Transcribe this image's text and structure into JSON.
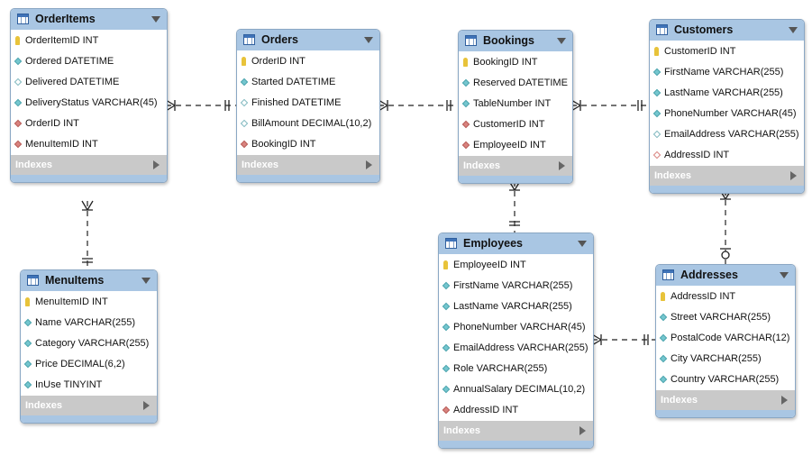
{
  "tables": [
    {
      "name": "OrderItems",
      "columns": [
        {
          "text": "OrderItemID INT",
          "kind": "pk"
        },
        {
          "text": "Ordered DATETIME",
          "kind": "col-nn"
        },
        {
          "text": "Delivered DATETIME",
          "kind": "col-null"
        },
        {
          "text": "DeliveryStatus VARCHAR(45)",
          "kind": "col-nn"
        },
        {
          "text": "OrderID INT",
          "kind": "fk"
        },
        {
          "text": "MenuItemID INT",
          "kind": "fk"
        }
      ],
      "indexes": "Indexes"
    },
    {
      "name": "Orders",
      "columns": [
        {
          "text": "OrderID INT",
          "kind": "pk"
        },
        {
          "text": "Started DATETIME",
          "kind": "col-nn"
        },
        {
          "text": "Finished DATETIME",
          "kind": "col-null"
        },
        {
          "text": "BillAmount DECIMAL(10,2)",
          "kind": "col-null"
        },
        {
          "text": "BookingID INT",
          "kind": "fk"
        }
      ],
      "indexes": "Indexes"
    },
    {
      "name": "Bookings",
      "columns": [
        {
          "text": "BookingID INT",
          "kind": "pk"
        },
        {
          "text": "Reserved DATETIME",
          "kind": "col-nn"
        },
        {
          "text": "TableNumber INT",
          "kind": "col-nn"
        },
        {
          "text": "CustomerID INT",
          "kind": "fk"
        },
        {
          "text": "EmployeeID INT",
          "kind": "fk"
        }
      ],
      "indexes": "Indexes"
    },
    {
      "name": "Customers",
      "columns": [
        {
          "text": "CustomerID INT",
          "kind": "pk"
        },
        {
          "text": "FirstName VARCHAR(255)",
          "kind": "col-nn"
        },
        {
          "text": "LastName VARCHAR(255)",
          "kind": "col-nn"
        },
        {
          "text": "PhoneNumber VARCHAR(45)",
          "kind": "col-nn"
        },
        {
          "text": "EmailAddress VARCHAR(255)",
          "kind": "col-null"
        },
        {
          "text": "AddressID INT",
          "kind": "fk-null"
        }
      ],
      "indexes": "Indexes"
    },
    {
      "name": "MenuItems",
      "columns": [
        {
          "text": "MenuItemID INT",
          "kind": "pk"
        },
        {
          "text": "Name VARCHAR(255)",
          "kind": "col-nn"
        },
        {
          "text": "Category VARCHAR(255)",
          "kind": "col-nn"
        },
        {
          "text": "Price DECIMAL(6,2)",
          "kind": "col-nn"
        },
        {
          "text": "InUse TINYINT",
          "kind": "col-nn"
        }
      ],
      "indexes": "Indexes"
    },
    {
      "name": "Employees",
      "columns": [
        {
          "text": "EmployeeID INT",
          "kind": "pk"
        },
        {
          "text": "FirstName VARCHAR(255)",
          "kind": "col-nn"
        },
        {
          "text": "LastName VARCHAR(255)",
          "kind": "col-nn"
        },
        {
          "text": "PhoneNumber VARCHAR(45)",
          "kind": "col-nn"
        },
        {
          "text": "EmailAddress VARCHAR(255)",
          "kind": "col-nn"
        },
        {
          "text": "Role VARCHAR(255)",
          "kind": "col-nn"
        },
        {
          "text": "AnnualSalary DECIMAL(10,2)",
          "kind": "col-nn"
        },
        {
          "text": "AddressID INT",
          "kind": "fk"
        }
      ],
      "indexes": "Indexes"
    },
    {
      "name": "Addresses",
      "columns": [
        {
          "text": "AddressID INT",
          "kind": "pk"
        },
        {
          "text": "Street VARCHAR(255)",
          "kind": "col-nn"
        },
        {
          "text": "PostalCode VARCHAR(12)",
          "kind": "col-nn"
        },
        {
          "text": "City VARCHAR(255)",
          "kind": "col-nn"
        },
        {
          "text": "Country VARCHAR(255)",
          "kind": "col-nn"
        }
      ],
      "indexes": "Indexes"
    }
  ],
  "relationships": [
    {
      "from": "OrderItems",
      "to": "Orders",
      "from_end": "many",
      "to_end": "one"
    },
    {
      "from": "Orders",
      "to": "Bookings",
      "from_end": "many",
      "to_end": "one"
    },
    {
      "from": "Bookings",
      "to": "Customers",
      "from_end": "many",
      "to_end": "one"
    },
    {
      "from": "Bookings",
      "to": "Employees",
      "from_end": "many",
      "to_end": "one"
    },
    {
      "from": "OrderItems",
      "to": "MenuItems",
      "from_end": "many",
      "to_end": "one"
    },
    {
      "from": "Employees",
      "to": "Addresses",
      "from_end": "many",
      "to_end": "one"
    },
    {
      "from": "Customers",
      "to": "Addresses",
      "from_end": "many",
      "to_end": "zero-or-one"
    }
  ]
}
